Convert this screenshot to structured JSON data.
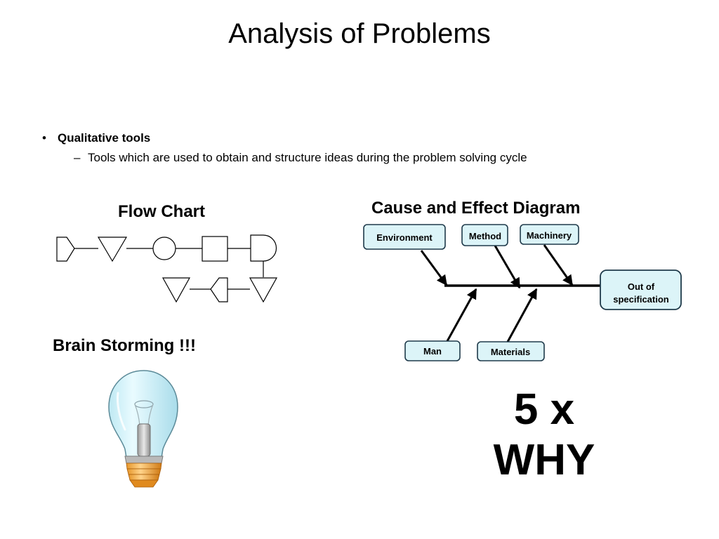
{
  "slide": {
    "title": "Analysis of Problems",
    "bullet": {
      "marker": "•",
      "text": "Qualitative tools",
      "sub_marker": "–",
      "sub_text": "Tools which are used to obtain and structure ideas during the problem solving cycle"
    }
  },
  "flow_chart": {
    "heading": "Flow Chart",
    "shapes": [
      "pentagon-arrow",
      "triangle",
      "circle",
      "square",
      "delay",
      "triangle",
      "pentagon-arrow",
      "triangle"
    ]
  },
  "brainstorm": {
    "heading": "Brain Storming !!!",
    "icon": "light-bulb-icon"
  },
  "cause_effect": {
    "heading": "Cause and Effect Diagram",
    "causes": {
      "environment": "Environment",
      "method": "Method",
      "machinery": "Machinery",
      "man": "Man",
      "materials": "Materials"
    },
    "effect": [
      "Out of",
      "specification"
    ],
    "box_fill": "#dcf4f8",
    "box_stroke": "#1f3a4a"
  },
  "five_why": {
    "line1": "5 x",
    "line2": "WHY"
  }
}
